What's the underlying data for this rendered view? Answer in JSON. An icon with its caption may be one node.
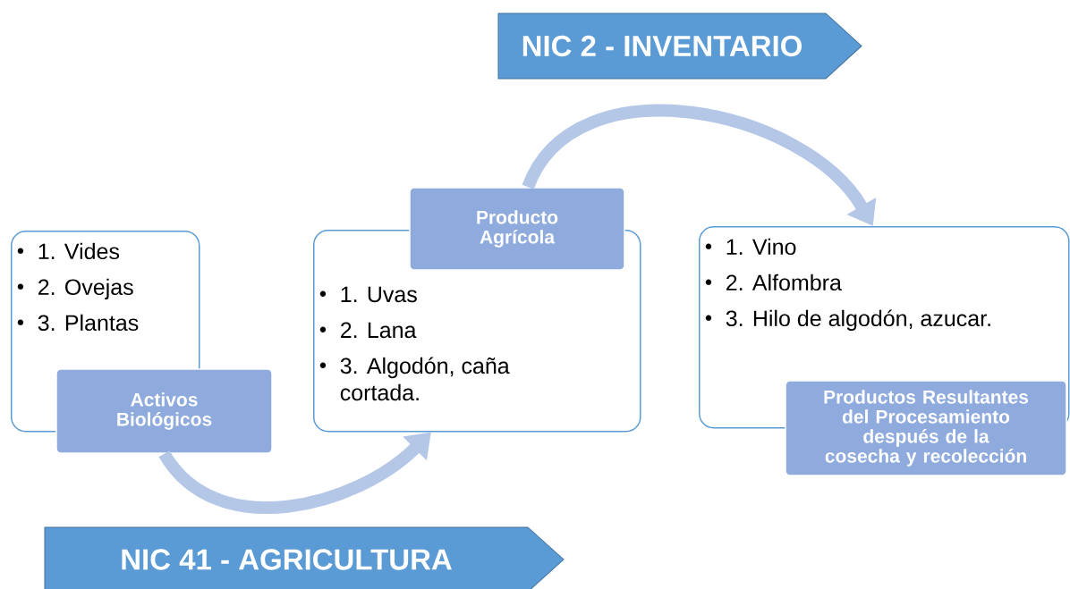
{
  "diagram": {
    "nodes": [
      {
        "text": [
          "1. Vides",
          "2. Ovejas",
          "3. Plantas"
        ]
      },
      {
        "text": [
          "Activos Biológicos"
        ]
      },
      {
        "text": [
          "1. Uvas",
          "2. Lana",
          "3. Algodón, caña cortada."
        ]
      },
      {
        "text": [
          "Producto Agrícola"
        ]
      },
      {
        "text": [
          "1. Vino",
          "2. Alfombra",
          "3. Hilo de algodón, azucar."
        ]
      },
      {
        "text": [
          "Productos Resultantes del Procesamiento después de la cosecha y recolección"
        ]
      },
      {
        "text": [
          "NIC 41 - AGRICULTURA"
        ]
      },
      {
        "text": [
          "NIC 2 - INVENTARIO"
        ]
      }
    ],
    "edges": [
      {
        "from": 1,
        "to": 2,
        "arrow": "to"
      },
      {
        "from": 3,
        "to": 4,
        "arrow": "to"
      }
    ]
  }
}
